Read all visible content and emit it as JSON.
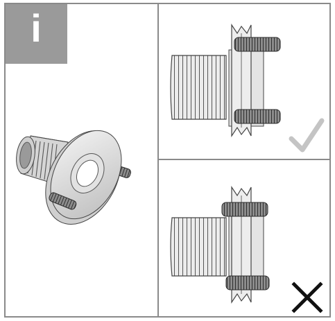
{
  "info_badge": {
    "glyph": "i",
    "background": "#9a9a9a",
    "text_color": "#ffffff"
  },
  "correct_panel": {
    "icon": "checkmark-icon",
    "status": "correct",
    "icon_color": "#c4c4c4"
  },
  "incorrect_panel": {
    "icon": "cross-icon",
    "status": "incorrect",
    "icon_color": "#111111"
  },
  "colors": {
    "frame": "#8a8a8a",
    "part_fill": "#e6e6e6",
    "part_stroke": "#4a4a4a",
    "threaded_stud": "#8c8c8c"
  }
}
